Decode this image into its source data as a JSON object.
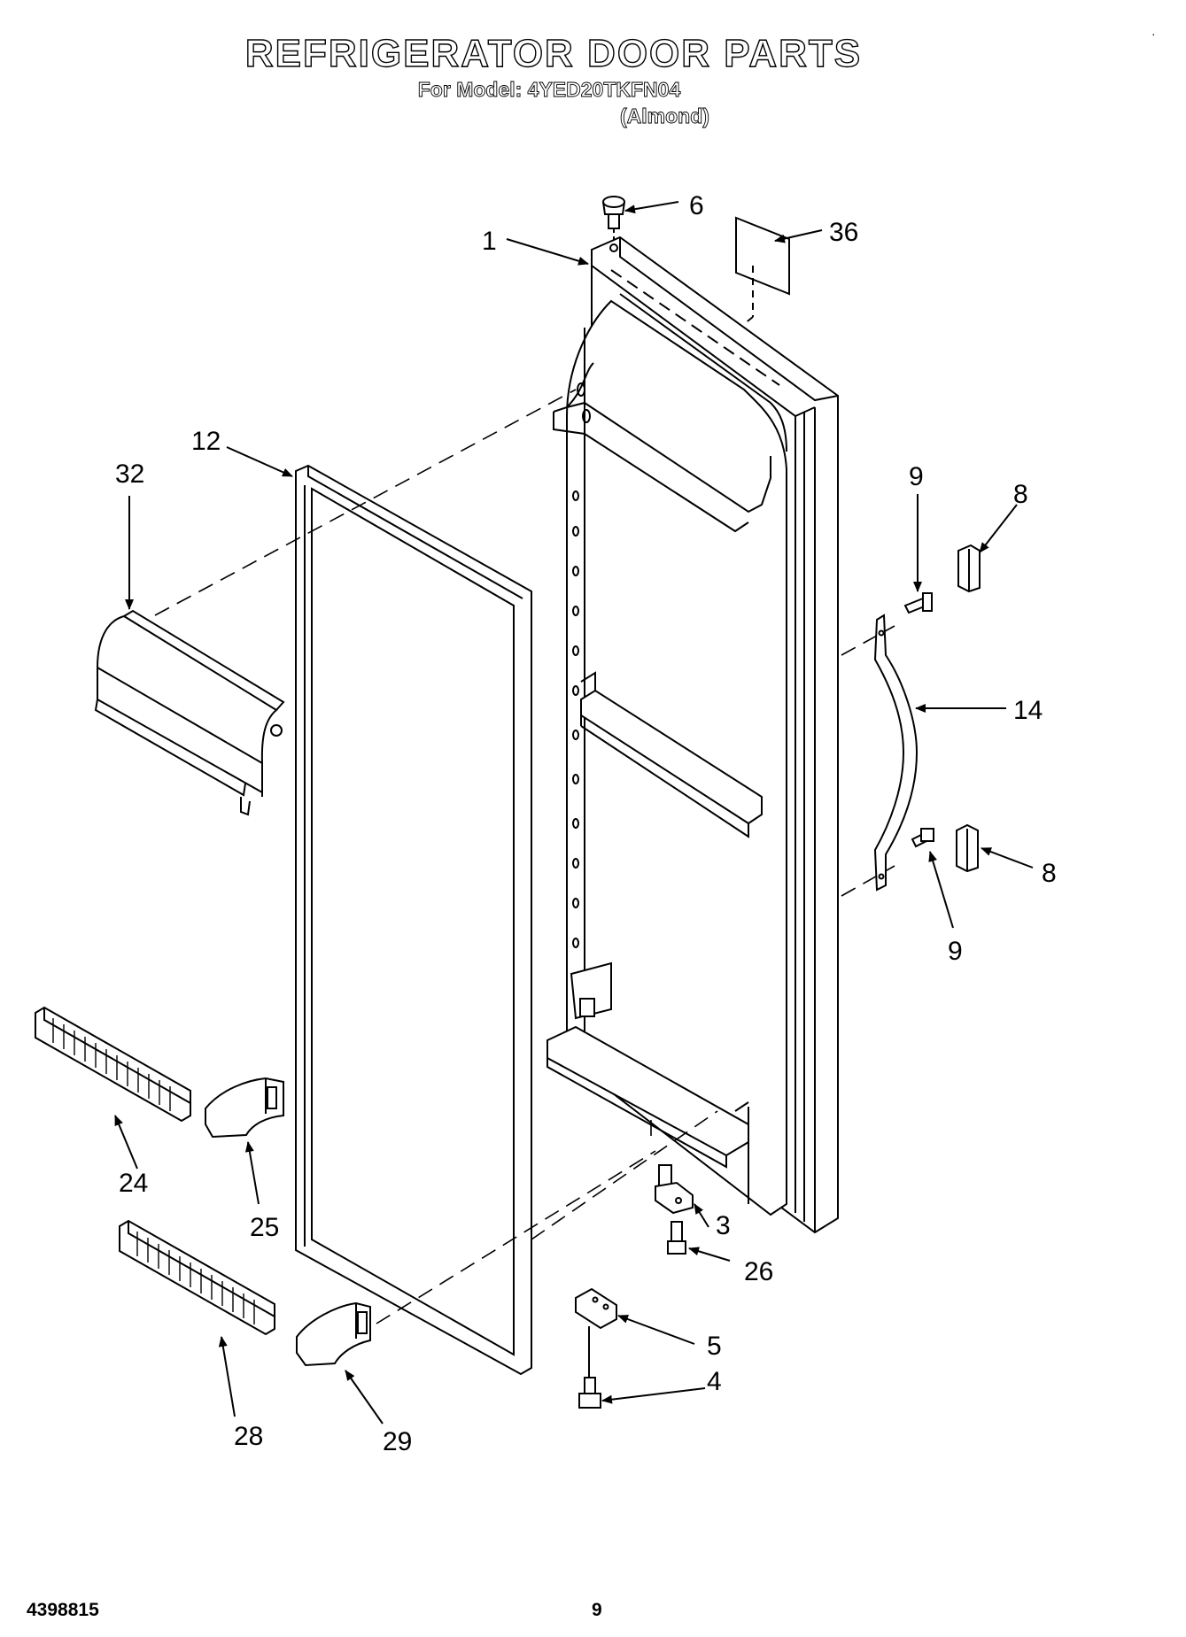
{
  "header": {
    "title": "REFRIGERATOR DOOR PARTS",
    "model": "For Model: 4YED20TKFN04",
    "color": "(Almond)"
  },
  "footer": {
    "doc_number": "4398815",
    "page_number": "9"
  },
  "corner_mark": "·",
  "callouts": {
    "c1": "1",
    "c3": "3",
    "c4": "4",
    "c5": "5",
    "c6": "6",
    "c8a": "8",
    "c8b": "8",
    "c9a": "9",
    "c9b": "9",
    "c12": "12",
    "c14": "14",
    "c24": "24",
    "c25": "25",
    "c26": "26",
    "c28": "28",
    "c29": "29",
    "c32": "32",
    "c36": "36"
  }
}
